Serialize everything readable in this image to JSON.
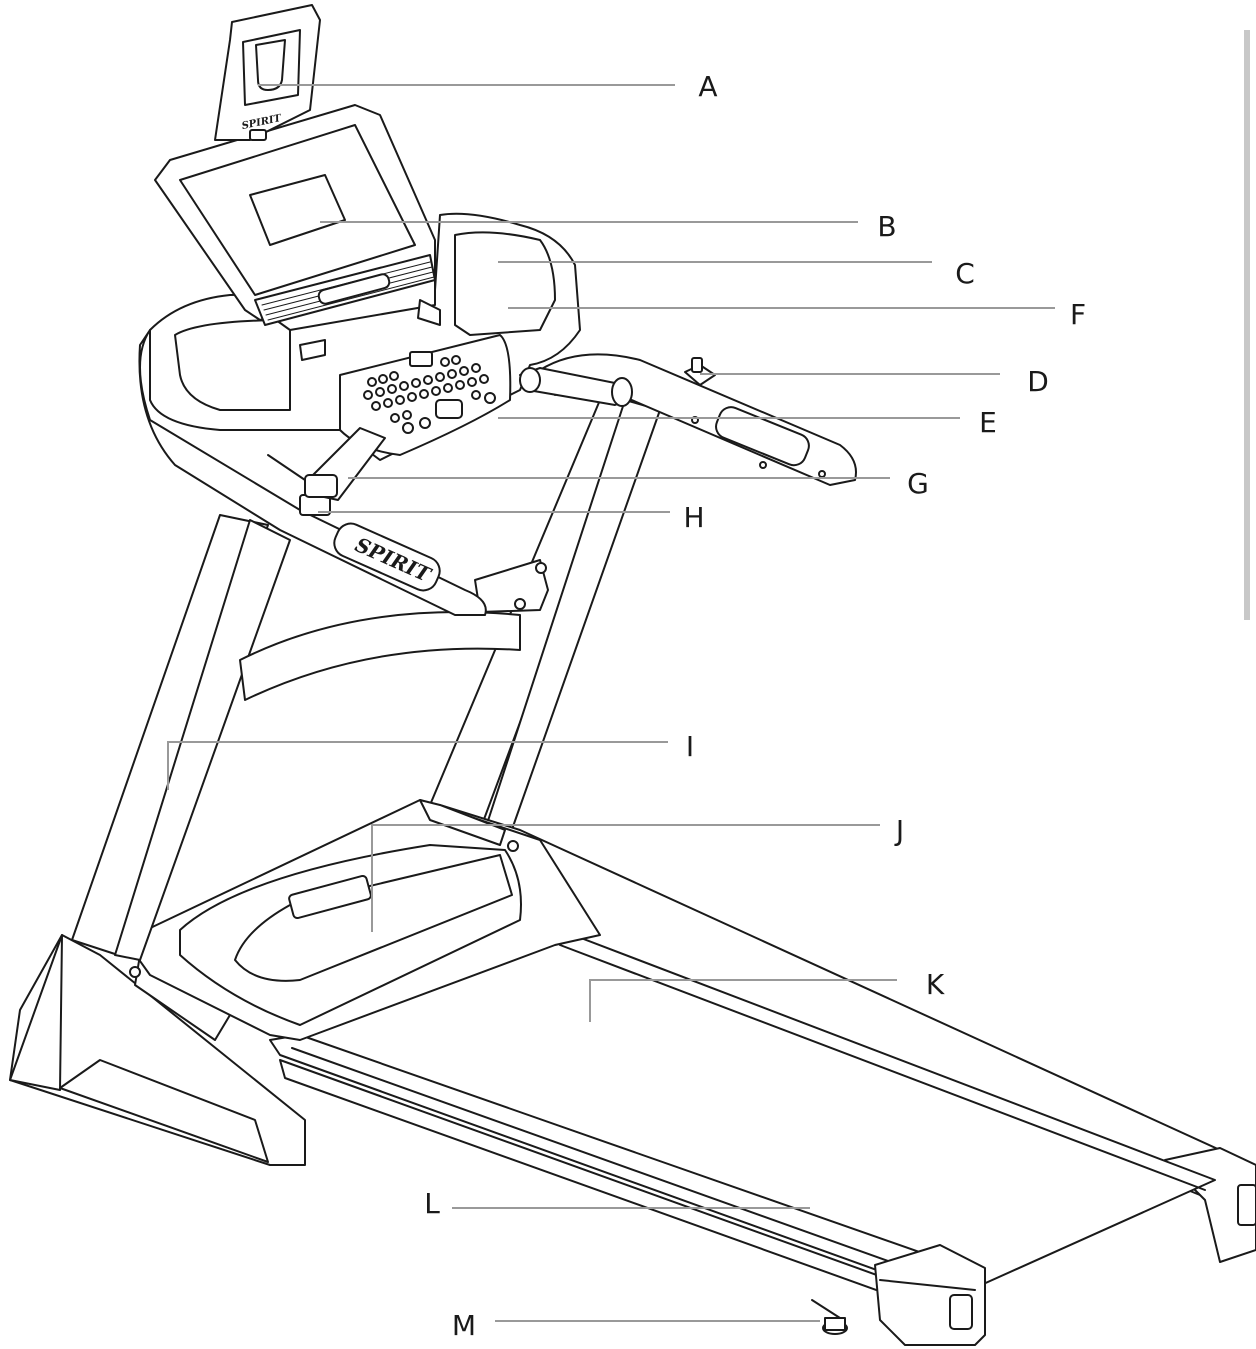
{
  "brand": {
    "logo_text_console": "SPIRIT",
    "logo_text_handrail": "SPIRIT"
  },
  "colors": {
    "stroke": "#1a1a1a",
    "leader": "#999999",
    "fill": "#ffffff",
    "side_bar": "#c8c8c8"
  },
  "callouts": [
    {
      "label": "A"
    },
    {
      "label": "B"
    },
    {
      "label": "C"
    },
    {
      "label": "F"
    },
    {
      "label": "D"
    },
    {
      "label": "E"
    },
    {
      "label": "G"
    },
    {
      "label": "H"
    },
    {
      "label": "I"
    },
    {
      "label": "J"
    },
    {
      "label": "K"
    },
    {
      "label": "L"
    },
    {
      "label": "M"
    }
  ]
}
